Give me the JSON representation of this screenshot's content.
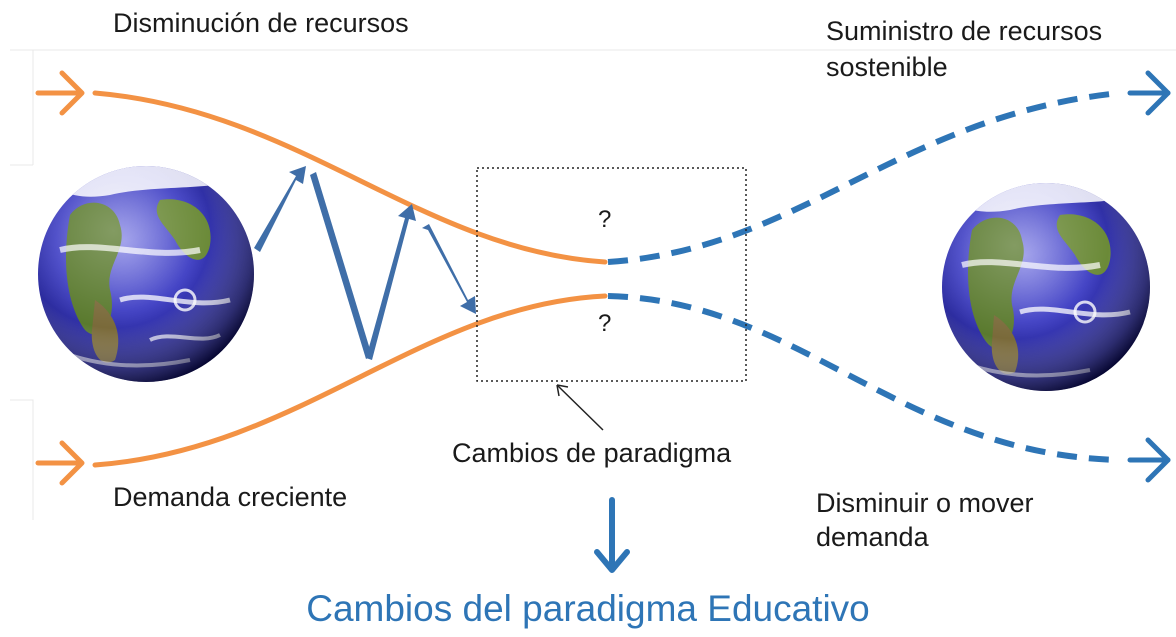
{
  "labels": {
    "resource_decline": "Disminución de recursos",
    "sustainable_supply_line1": "Suministro de recursos",
    "sustainable_supply_line2": "sostenible",
    "growing_demand": "Demanda creciente",
    "reduce_demand_line1": "Disminuir o mover",
    "reduce_demand_line2": "demanda",
    "paradigm_shifts": "Cambios de paradigma",
    "question_top": "?",
    "question_bottom": "?"
  },
  "title": "Cambios del paradigma Educativo",
  "colors": {
    "orange": "#f39244",
    "blue": "#2e75b6",
    "zigzag": "#3f6ea8",
    "text": "#1a1a1a"
  },
  "icons": [
    "earth-globe-icon",
    "arrow-right-icon",
    "arrow-down-icon",
    "zigzag-arrow-icon"
  ]
}
